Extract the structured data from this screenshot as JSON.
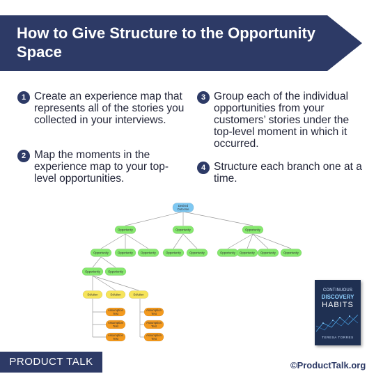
{
  "header": {
    "title": "How to Give Structure to the Opportunity Space"
  },
  "steps": [
    {
      "number": "1",
      "text": "Create an experience map that represents all of the stories you collected in your interviews."
    },
    {
      "number": "2",
      "text": "Map the moments in the experience map to your top-level opportunities."
    },
    {
      "number": "3",
      "text": "Group each of the individual opportunities from your customers’ stories under the top-level moment in which it occurred."
    },
    {
      "number": "4",
      "text": "Structure each branch one at a time."
    }
  ],
  "diagram": {
    "root": "Desired Outcome",
    "opportunity": "Opportunity",
    "solution": "Solution",
    "assumption_test": "Assumption Test"
  },
  "book": {
    "line1": "CONTINUOUS",
    "line2": "DISCOVERY",
    "line3": "HABITS",
    "author": "TERESA TORRES"
  },
  "footer": {
    "brand": "PRODUCT TALK",
    "copyright": "©ProductTalk.org"
  },
  "colors": {
    "navy": "#2d3a66",
    "root_node": "#7ec8f2",
    "opportunity_node": "#86e86e",
    "solution_node": "#f6e45a",
    "test_node": "#f49a1e"
  }
}
